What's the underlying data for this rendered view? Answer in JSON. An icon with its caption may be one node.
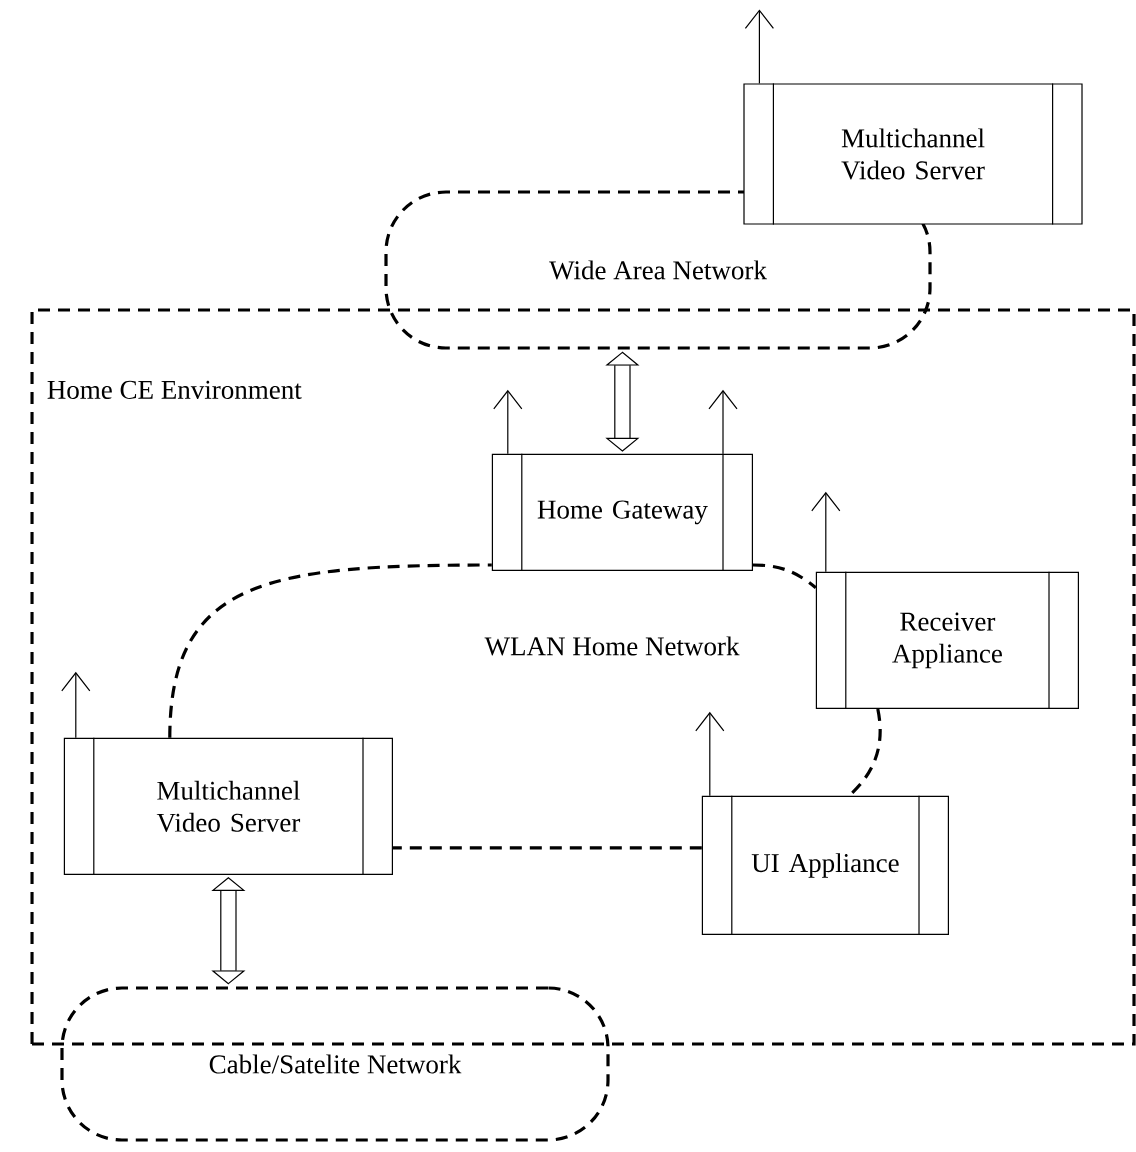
{
  "diagram": {
    "nodes": [
      {
        "text": [
          "Multichannel Video Server"
        ]
      },
      {
        "text": [
          "Wide Area Network"
        ]
      },
      {
        "text": [
          "Home CE Environment"
        ]
      },
      {
        "text": [
          "Home Gateway"
        ],
        "in": 2
      },
      {
        "text": [
          "Receiver Appliance"
        ],
        "in": 2
      },
      {
        "text": [
          "Multichannel Video Server"
        ],
        "in": 2
      },
      {
        "text": [
          "UI Appliance"
        ],
        "in": 2
      },
      {
        "text": [
          "Cable/Satelite Network"
        ]
      }
    ],
    "edges": [
      {
        "from": 0,
        "to": null,
        "arrow": "to"
      },
      {
        "from": 1,
        "to": 3,
        "arrow": "both",
        "style": "thick"
      },
      {
        "from": 3,
        "to": null,
        "arrow": "to"
      },
      {
        "from": 3,
        "to": null,
        "arrow": "to"
      },
      {
        "from": 4,
        "to": null,
        "arrow": "to"
      },
      {
        "from": 5,
        "to": null,
        "arrow": "to"
      },
      {
        "from": 6,
        "to": null,
        "arrow": "to"
      },
      {
        "from": 3,
        "to": 4,
        "arrow": "none",
        "style": "dashed"
      },
      {
        "from": 4,
        "to": 6,
        "arrow": "none",
        "style": "dashed"
      },
      {
        "from": 6,
        "to": 5,
        "arrow": "none",
        "style": "dashed"
      },
      {
        "from": 5,
        "to": 3,
        "arrow": "none",
        "style": "dashed"
      },
      {
        "from": 5,
        "to": 7,
        "arrow": "both",
        "style": "thick"
      }
    ],
    "labels": [
      "WLAN Home Network"
    ]
  }
}
